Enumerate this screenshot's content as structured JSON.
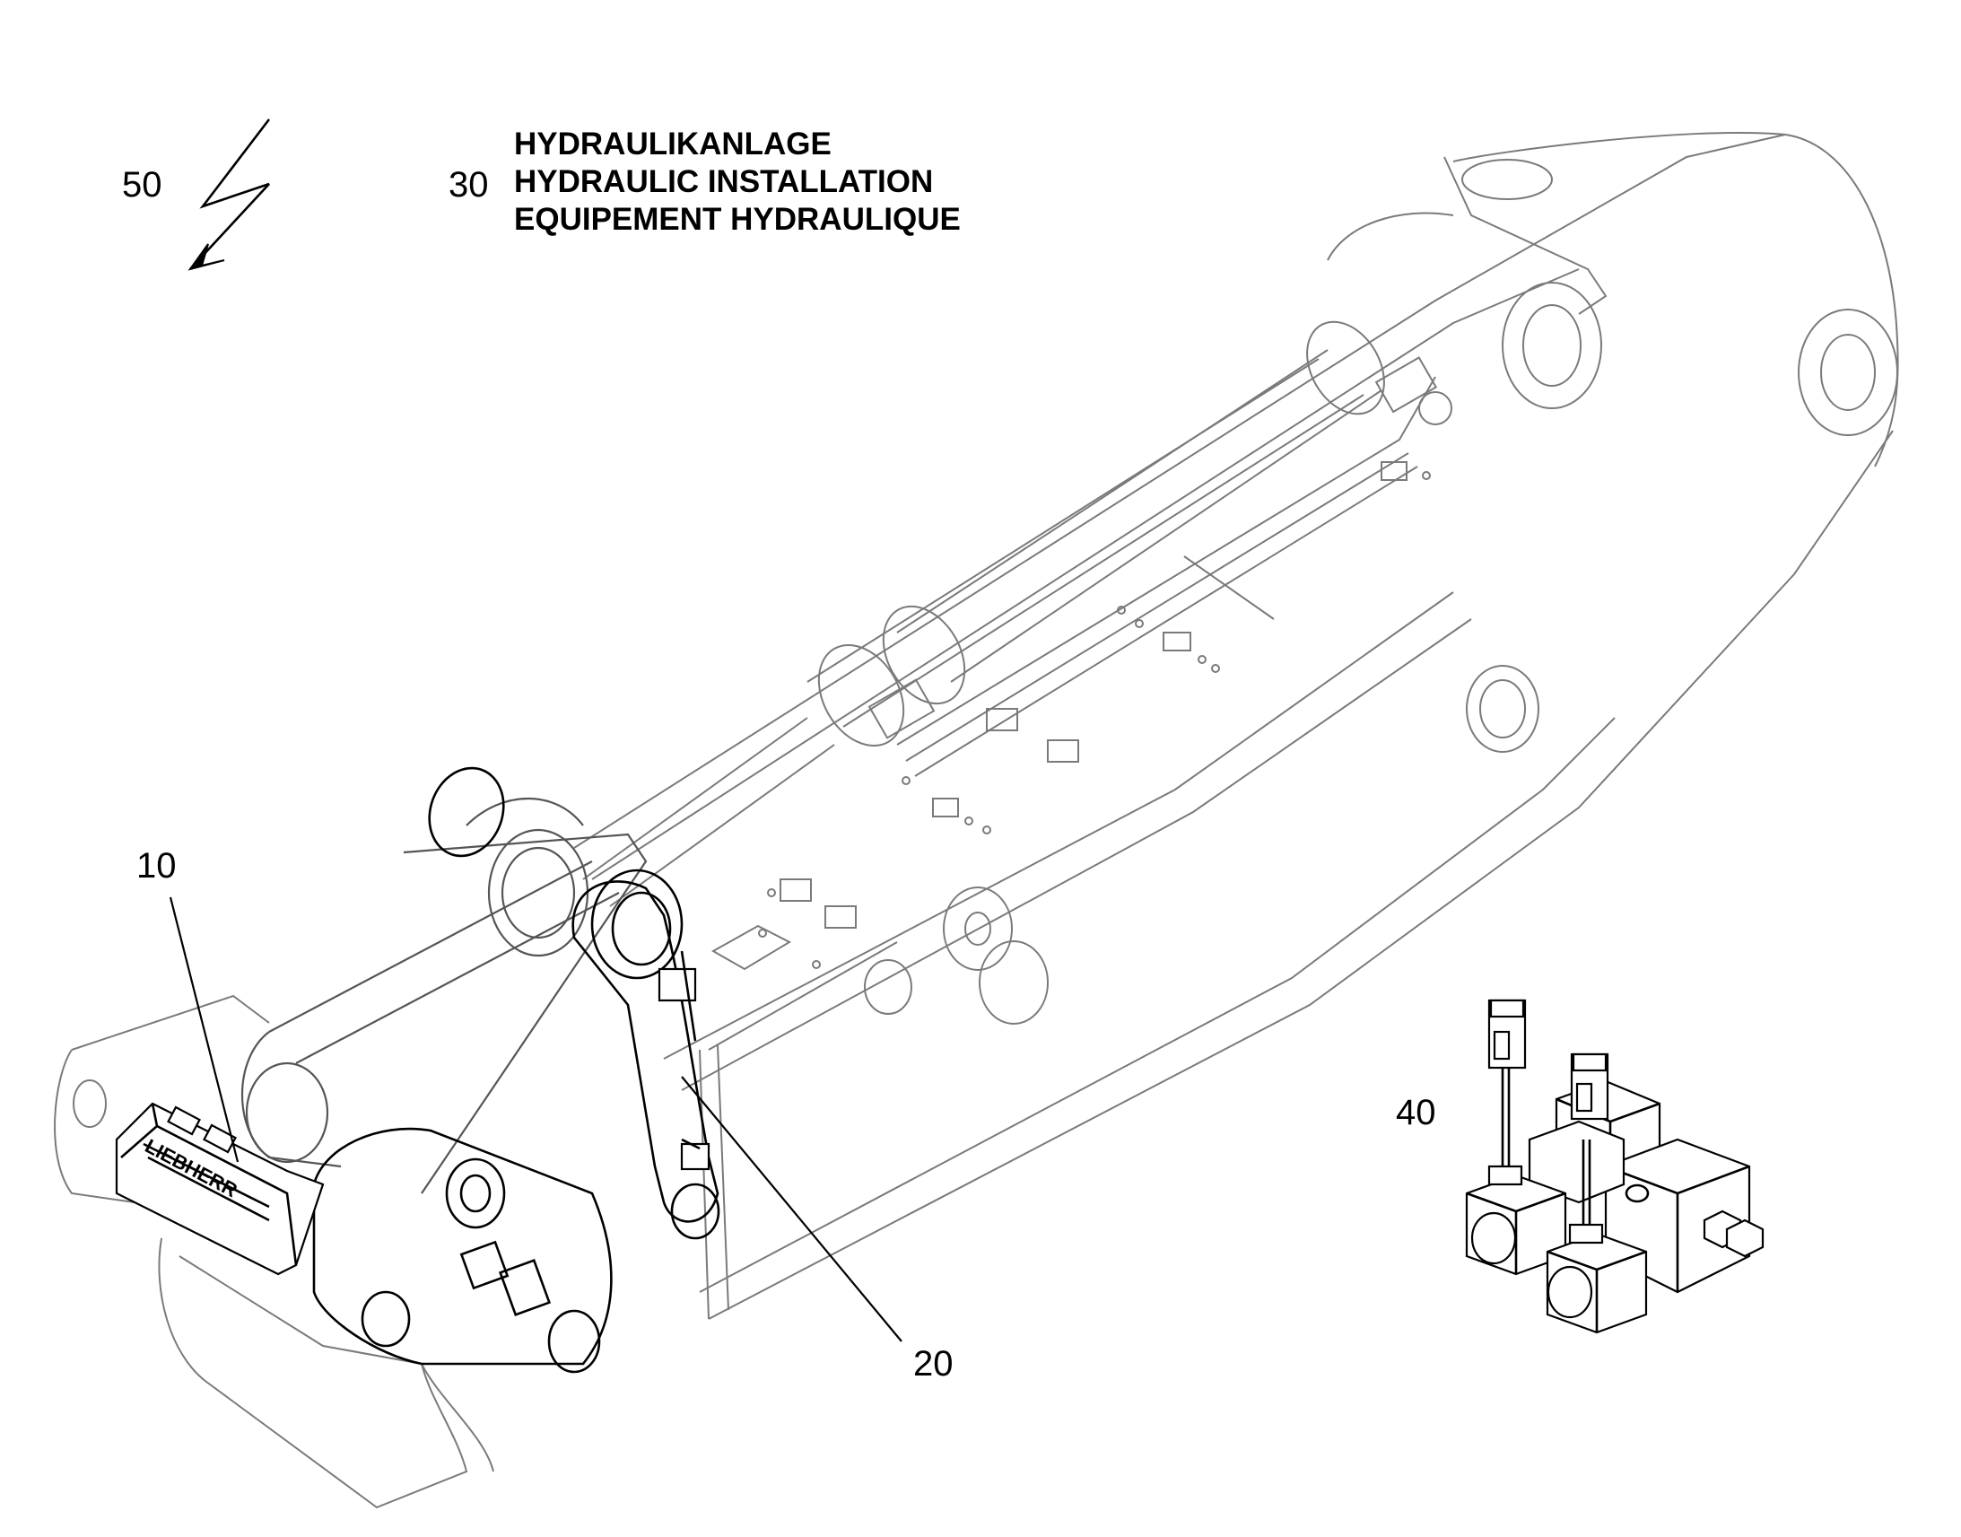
{
  "header": {
    "group_number": "30",
    "title_lines": [
      "HYDRAULIKANLAGE",
      "HYDRAULIC INSTALLATION",
      "EQUIPEMENT HYDRAULIQUE"
    ]
  },
  "electrical_symbol": {
    "number": "50",
    "icon": "lightning-bolt-icon"
  },
  "callouts": {
    "c10": "10",
    "c20": "20",
    "c40": "40"
  },
  "brand_plate_text": "LIEBHERR",
  "colors": {
    "outline_faint": "#7a7a7a",
    "outline_dark": "#000000",
    "background": "#ffffff"
  }
}
